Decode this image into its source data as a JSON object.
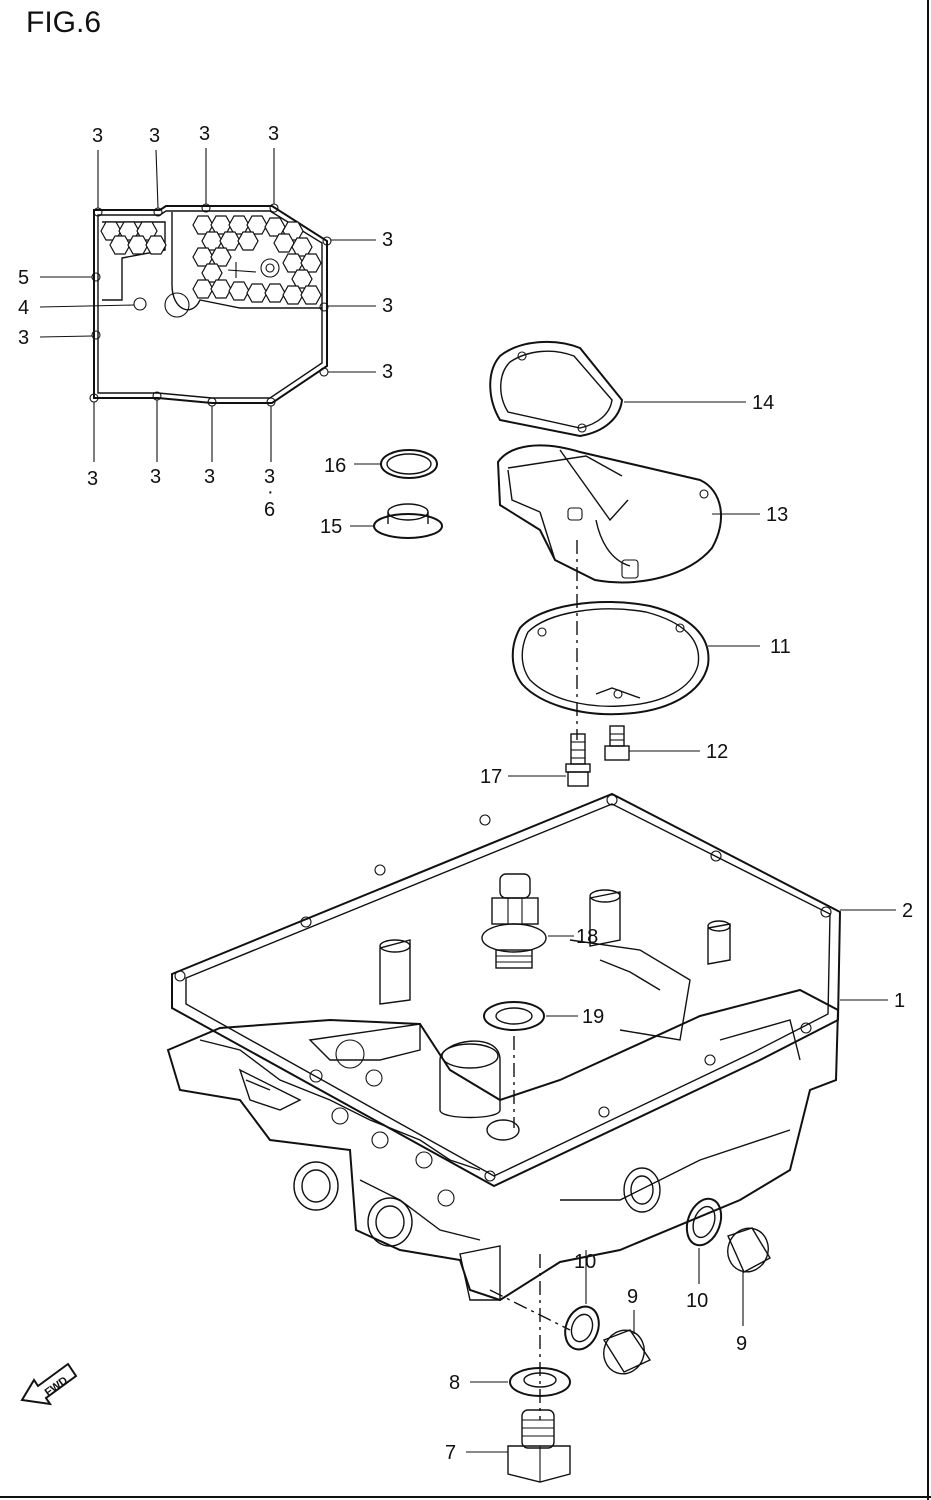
{
  "figure": {
    "title": "FIG.6"
  },
  "callouts": {
    "c1": "1",
    "c2": "2",
    "c3a": "3",
    "c3b": "3",
    "c3c": "3",
    "c3d": "3",
    "c3e": "3",
    "c3f": "3",
    "c3g": "3",
    "c3h": "3",
    "c3i": "3",
    "c3j": "3",
    "c3k": "3",
    "c3l": "3",
    "c4": "4",
    "c5": "5",
    "c6": "6",
    "c6dot": "·",
    "c7": "7",
    "c8": "8",
    "c9a": "9",
    "c9b": "9",
    "c10a": "10",
    "c10b": "10",
    "c11": "11",
    "c12": "12",
    "c13": "13",
    "c14": "14",
    "c15": "15",
    "c16": "16",
    "c17": "17",
    "c18": "18",
    "c19": "19"
  },
  "direction_badge": {
    "text": "FWD",
    "icon": "fwd-arrow-icon"
  }
}
